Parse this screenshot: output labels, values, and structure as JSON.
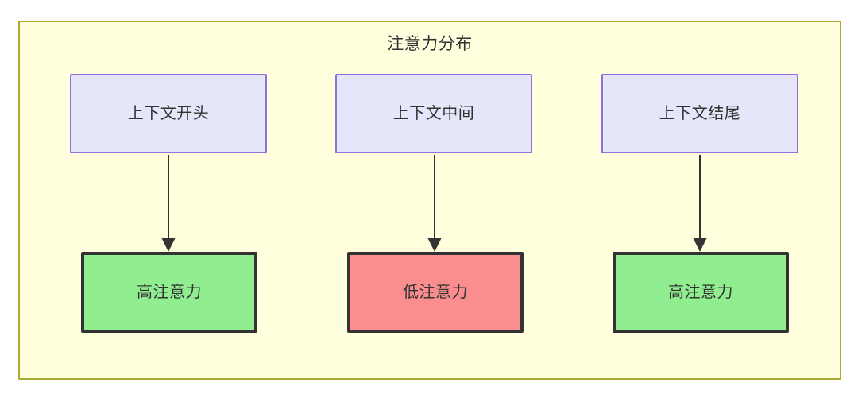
{
  "diagram": {
    "title": "注意力分布",
    "container": {
      "name": "attention-distribution-subgraph",
      "fill": "#ffffde",
      "border": "#aaaa33"
    },
    "colors": {
      "context_fill": "#e6e6fa",
      "context_border": "#9370db",
      "high_attention_fill": "#90ee90",
      "low_attention_fill": "#fa8e8e",
      "node_border": "#333333",
      "text": "#333333",
      "edge": "#333333"
    },
    "context_nodes": [
      {
        "id": "context-start",
        "label": "上下文开头"
      },
      {
        "id": "context-middle",
        "label": "上下文中间"
      },
      {
        "id": "context-end",
        "label": "上下文结尾"
      }
    ],
    "attention_nodes": [
      {
        "id": "attention-high-start",
        "label": "高注意力",
        "level": "high"
      },
      {
        "id": "attention-low-middle",
        "label": "低注意力",
        "level": "low"
      },
      {
        "id": "attention-high-end",
        "label": "高注意力",
        "level": "high"
      }
    ],
    "edges": [
      {
        "from": "上下文开头",
        "to": "高注意力",
        "arrow": "arrow-down-icon"
      },
      {
        "from": "上下文中间",
        "to": "低注意力",
        "arrow": "arrow-down-icon"
      },
      {
        "from": "上下文结尾",
        "to": "高注意力",
        "arrow": "arrow-down-icon"
      }
    ]
  }
}
